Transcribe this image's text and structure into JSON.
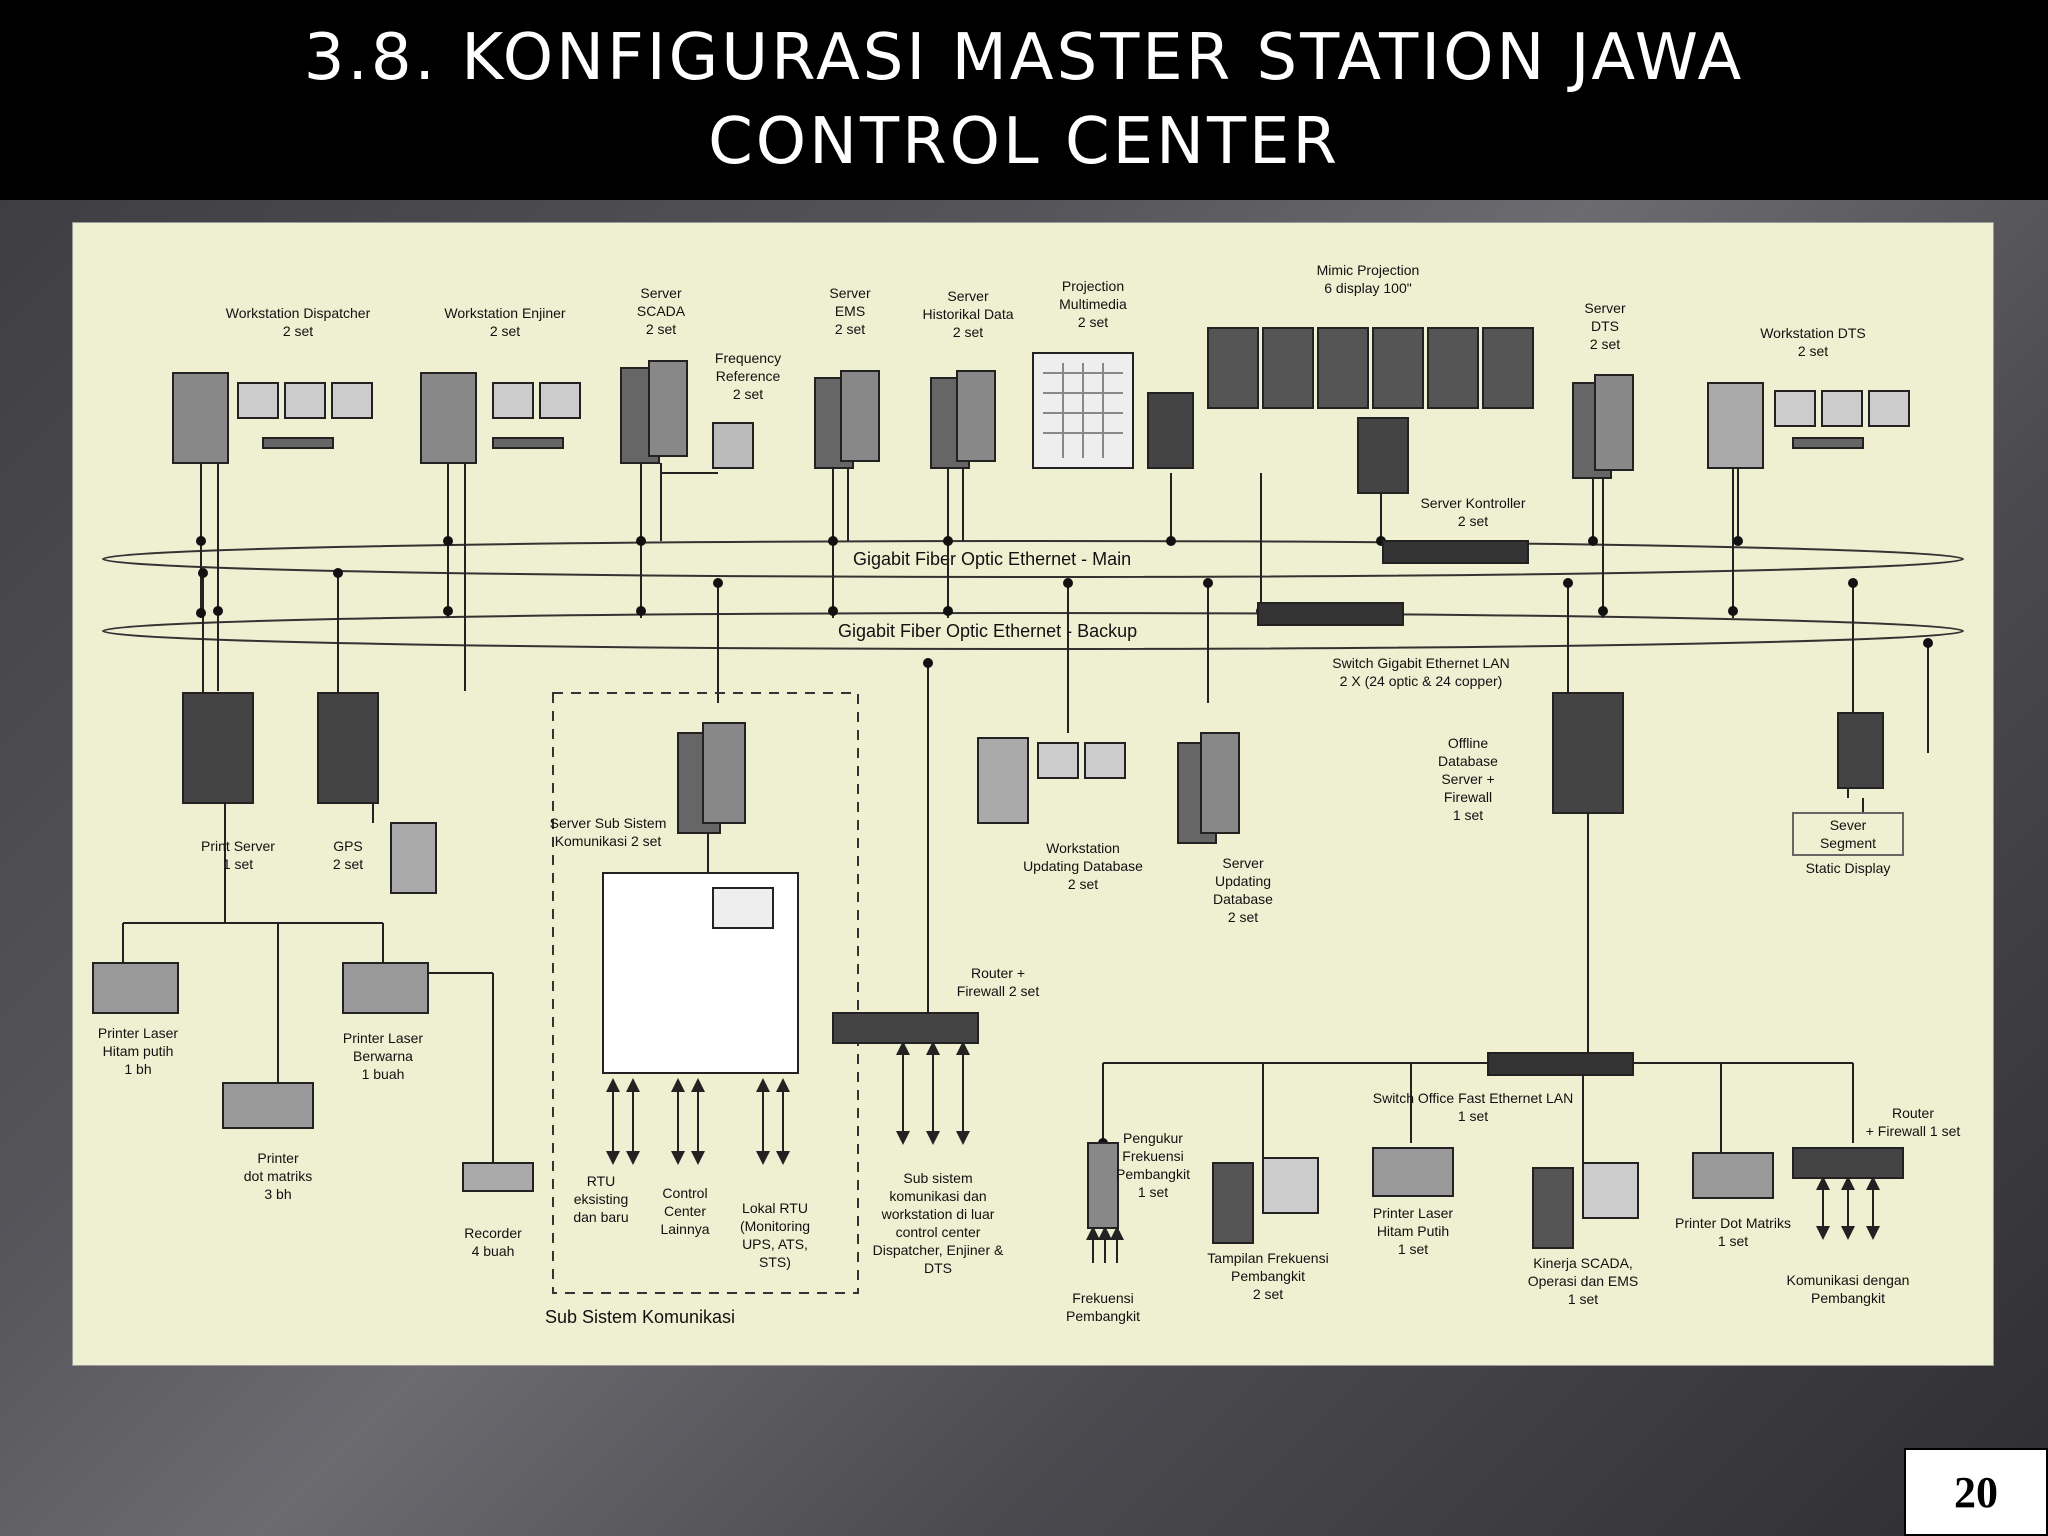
{
  "slide": {
    "title_line1": "3.8. KONFIGURASI MASTER STATION JAWA",
    "title_line2": "CONTROL CENTER",
    "page_number": "20"
  },
  "colors": {
    "title_bg": "#000000",
    "diagram_bg": "#efefd2",
    "line": "#222222"
  },
  "diagram": {
    "networks": {
      "main": "Gigabit Fiber Optic Ethernet - Main",
      "backup": "Gigabit Fiber Optic Ethernet - Backup"
    },
    "labels": {
      "ws_dispatcher": [
        "Workstation Dispatcher",
        "2 set"
      ],
      "ws_enjiner": [
        "Workstation Enjiner",
        "2 set"
      ],
      "server_scada": [
        "Server",
        "SCADA",
        "2 set"
      ],
      "freq_ref": [
        "Frequency",
        "Reference",
        "2 set"
      ],
      "server_ems": [
        "Server",
        "EMS",
        "2 set"
      ],
      "server_hist": [
        "Server",
        "Historikal Data",
        "2 set"
      ],
      "projection": [
        "Projection",
        "Multimedia",
        "2 set"
      ],
      "mimic": [
        "Mimic Projection",
        "6 display 100\""
      ],
      "server_dts": [
        "Server",
        "DTS",
        "2 set"
      ],
      "ws_dts": [
        "Workstation DTS",
        "2 set"
      ],
      "server_kontroler": [
        "Server Kontroller",
        "2 set"
      ],
      "switch_gigabit": [
        "Switch Gigabit Ethernet LAN",
        "2 X (24 optic & 24 copper)"
      ],
      "print_server": [
        "Print Server",
        "1 set"
      ],
      "gps": [
        "GPS",
        "2 set"
      ],
      "server_subsistem": [
        "Server Sub Sistem",
        "Komunikasi 2 set"
      ],
      "ws_updating": [
        "Workstation",
        "Updating Database",
        "2 set"
      ],
      "server_updating": [
        "Server",
        "Updating",
        "Database",
        "2 set"
      ],
      "offline_db": [
        "Offline",
        "Database",
        "Server +",
        "Firewall",
        "1 set"
      ],
      "server_segment": [
        "Sever",
        "Segment"
      ],
      "static_display": [
        "Static Display"
      ],
      "printer_laser_bw": [
        "Printer Laser",
        "Hitam putih",
        "1 bh"
      ],
      "printer_laser_color": [
        "Printer Laser",
        "Berwarna",
        "1 buah"
      ],
      "printer_dot": [
        "Printer",
        "dot matriks",
        "3 bh"
      ],
      "recorder": [
        "Recorder",
        "4 buah"
      ],
      "rtu": [
        "RTU",
        "eksisting",
        "dan baru"
      ],
      "control_center": [
        "Control",
        "Center",
        "Lainnya"
      ],
      "lokal_rtu": [
        "Lokal RTU",
        "(Monitoring",
        "UPS, ATS,",
        "STS)"
      ],
      "sub_sistem_komunikasi": [
        "Sub Sistem Komunikasi"
      ],
      "router_firewall": [
        "Router +",
        "Firewall 2 set"
      ],
      "sub_sistem_luar": [
        "Sub sistem",
        "komunikasi dan",
        "workstation di luar",
        "control center",
        "Dispatcher, Enjiner &",
        "DTS"
      ],
      "switch_office": [
        "Switch Office Fast Ethernet LAN",
        "1 set"
      ],
      "pengukur": [
        "Pengukur",
        "Frekuensi",
        "Pembangkit",
        "1 set"
      ],
      "frekuensi_pembangkit": [
        "Frekuensi",
        "Pembangkit"
      ],
      "tampilan_frekuensi": [
        "Tampilan Frekuensi",
        "Pembangkit",
        "2 set"
      ],
      "printer_laser_office": [
        "Printer Laser",
        "Hitam Putih",
        "1 set"
      ],
      "kinerja": [
        "Kinerja SCADA,",
        "Operasi dan EMS",
        "1 set"
      ],
      "printer_dot_office": [
        "Printer Dot Matriks",
        "1 set"
      ],
      "router_office": [
        "Router",
        "+ Firewall 1 set"
      ],
      "komunikasi_pembangkit": [
        "Komunikasi dengan",
        "Pembangkit"
      ]
    }
  }
}
